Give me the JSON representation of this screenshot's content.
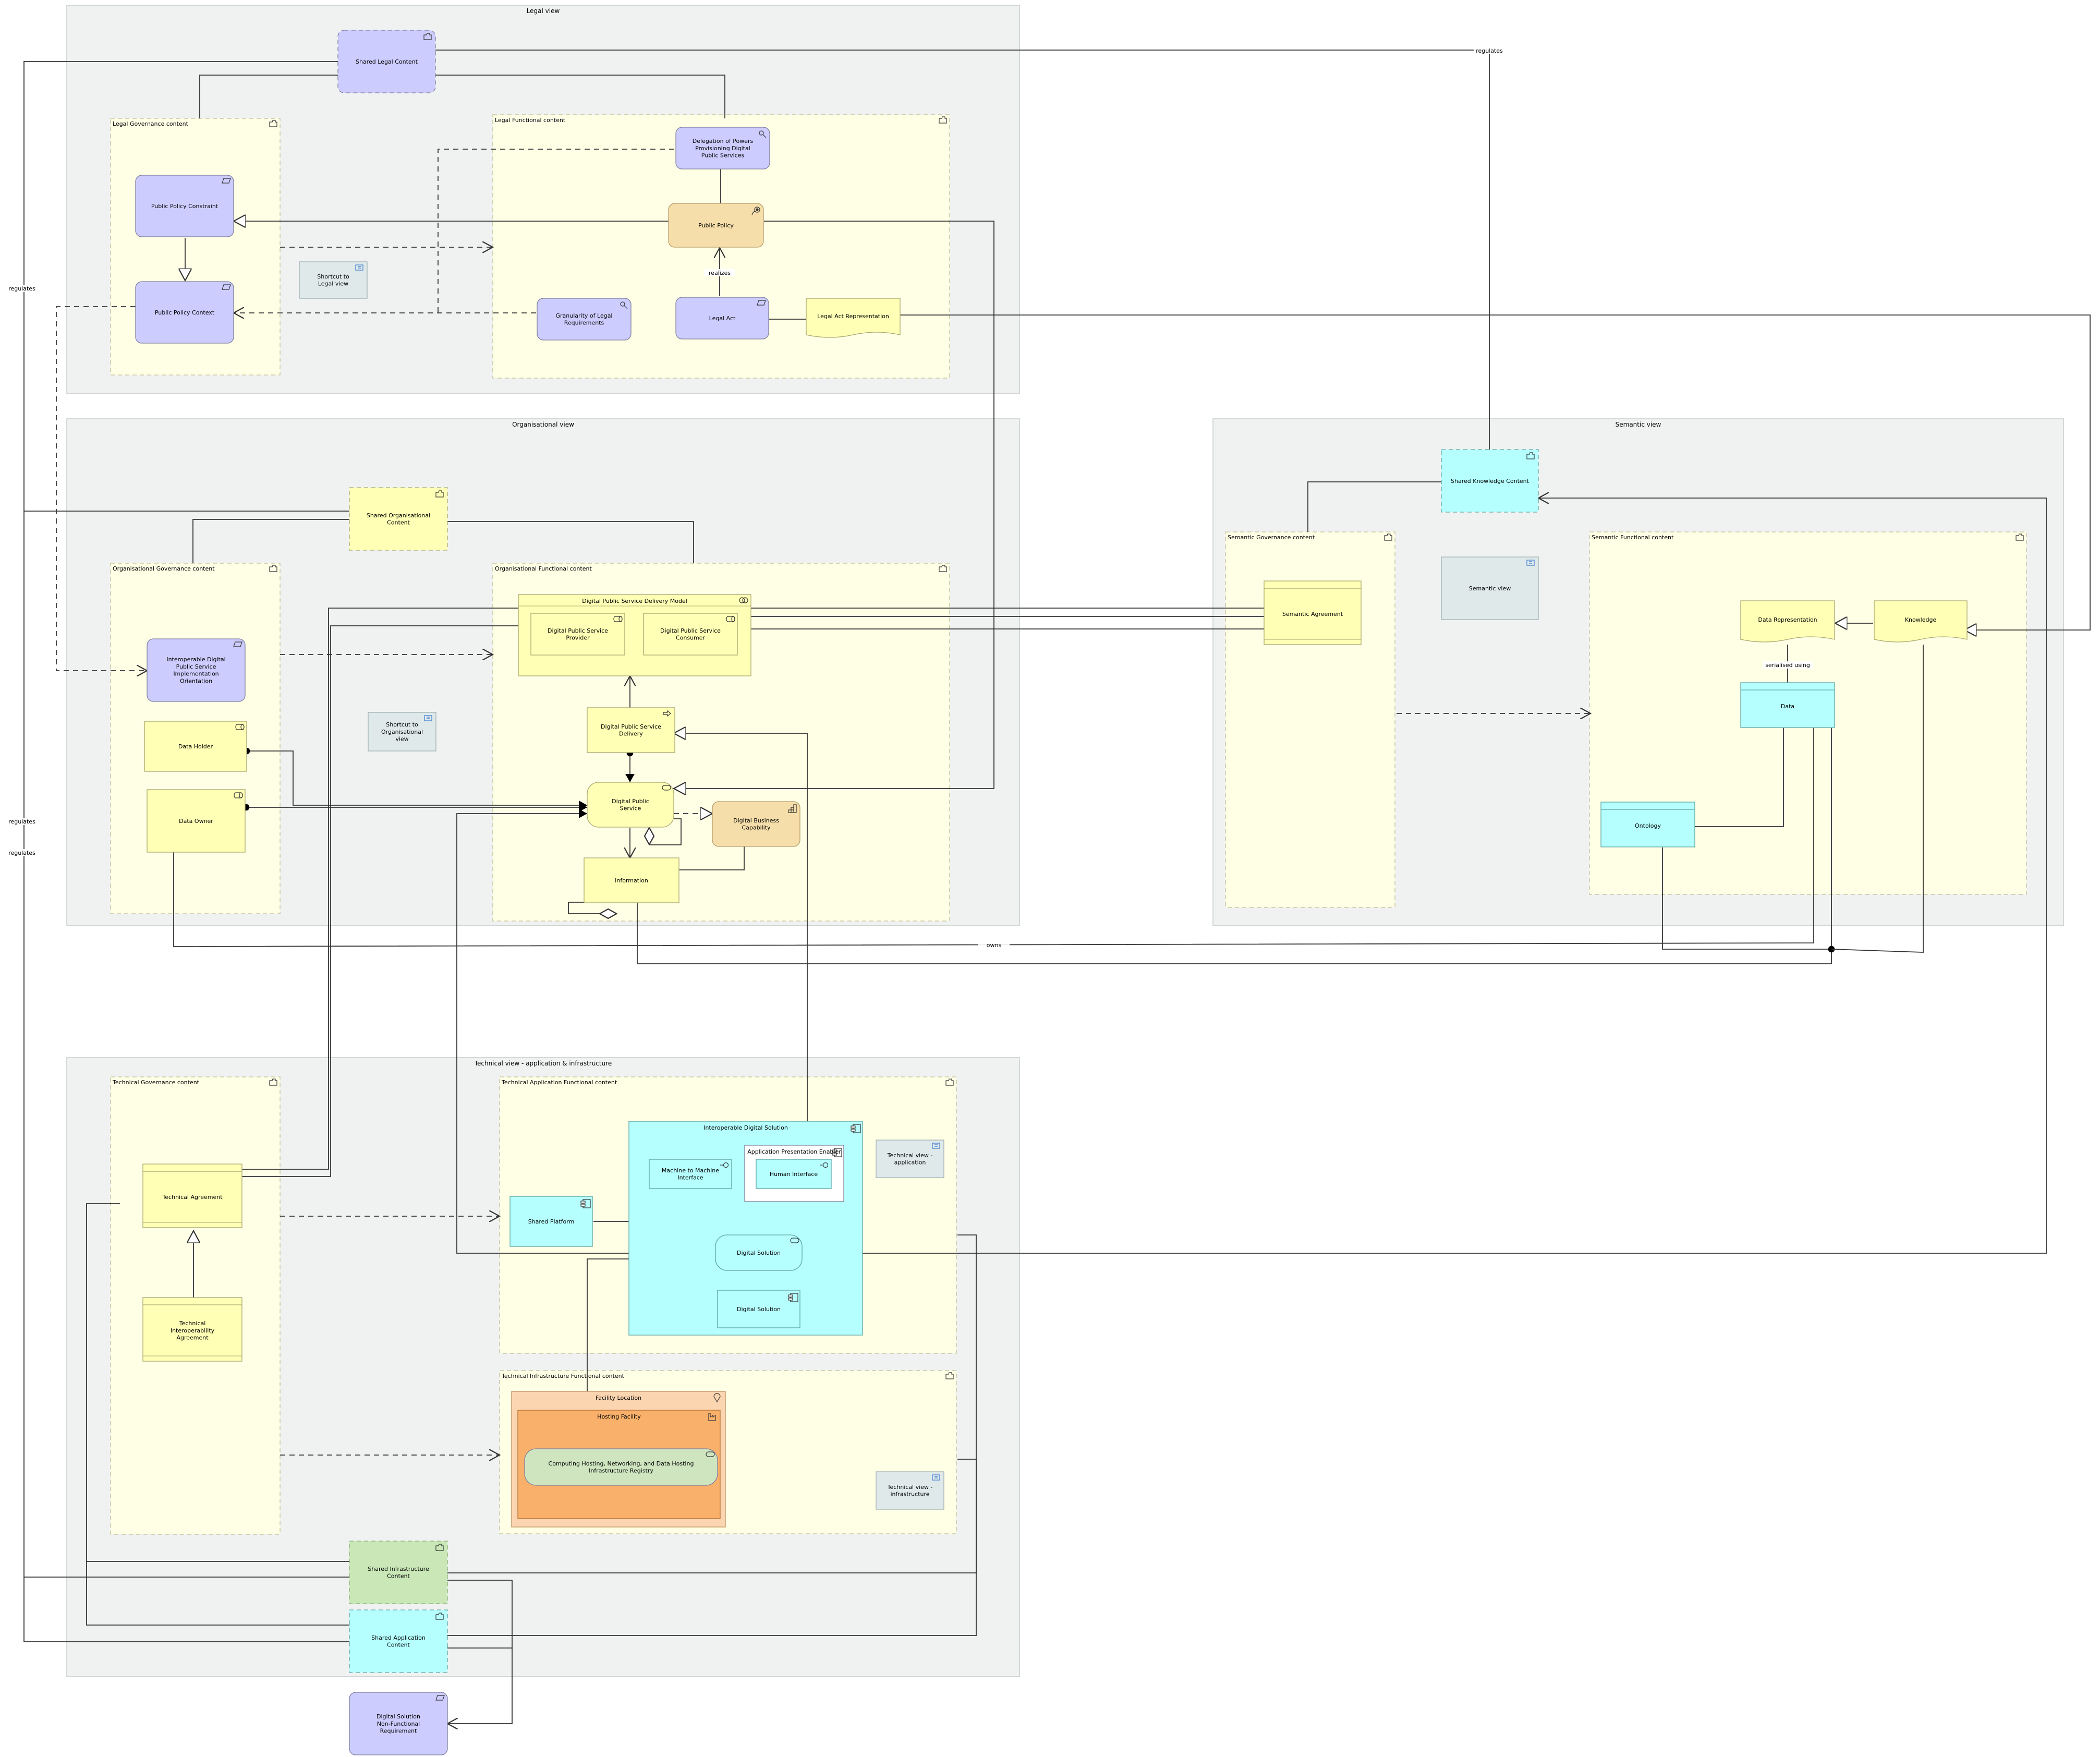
{
  "groups": [
    {
      "id": "legal_view",
      "title": "Legal view"
    },
    {
      "id": "org_view",
      "title": "Organisational view"
    },
    {
      "id": "sem_view",
      "title": "Semantic view"
    },
    {
      "id": "tech_view",
      "title": "Technical view - application & infrastructure"
    }
  ],
  "containers": [
    {
      "id": "legal_gov",
      "title": "Legal Governance content"
    },
    {
      "id": "legal_func",
      "title": "Legal Functional content"
    },
    {
      "id": "org_gov",
      "title": "Organisational Governance content"
    },
    {
      "id": "org_func",
      "title": "Organisational Functional content"
    },
    {
      "id": "sem_gov",
      "title": "Semantic Governance content"
    },
    {
      "id": "sem_func",
      "title": "Semantic Functional content"
    },
    {
      "id": "tech_gov",
      "title": "Technical Governance content"
    },
    {
      "id": "tech_app_func",
      "title": "Technical Application Functional content"
    },
    {
      "id": "tech_infra_func",
      "title": "Technical Infrastructure Functional content"
    }
  ],
  "nodes": [
    {
      "id": "shared_legal",
      "label": "Shared Legal Content",
      "style": "purple-dash",
      "icon": "folder-icon"
    },
    {
      "id": "ppc",
      "label": "Public Policy Constraint",
      "style": "purple",
      "icon": "requirement-icon"
    },
    {
      "id": "ppctx",
      "label": "Public Policy Context",
      "style": "purple",
      "icon": "requirement-icon"
    },
    {
      "id": "sc_legal",
      "label": "Shortcut to Legal view",
      "style": "grey",
      "icon": "view-icon"
    },
    {
      "id": "delegation",
      "label": "Delegation of Powers Provisioning Digital Public Services",
      "style": "purple",
      "icon": "principle-icon"
    },
    {
      "id": "public_policy",
      "label": "Public Policy",
      "style": "orange",
      "icon": "course-of-action-icon"
    },
    {
      "id": "granularity",
      "label": "Granularity of Legal Requirements",
      "style": "purple",
      "icon": "principle-icon"
    },
    {
      "id": "legal_act",
      "label": "Legal Act",
      "style": "purple",
      "icon": "requirement-icon"
    },
    {
      "id": "legal_act_rep",
      "label": "Legal Act Representation",
      "style": "wave",
      "icon": ""
    },
    {
      "id": "shared_org",
      "label": "Shared Organisational Content",
      "style": "yellow-dash",
      "icon": "folder-icon"
    },
    {
      "id": "idps",
      "label": "Interoperable Digital Public Service Implementation Orientation",
      "style": "purple",
      "icon": "requirement-icon"
    },
    {
      "id": "data_holder",
      "label": "Data Holder",
      "style": "yellow",
      "icon": "role-icon"
    },
    {
      "id": "data_owner",
      "label": "Data Owner",
      "style": "yellow",
      "icon": "role-icon"
    },
    {
      "id": "sc_org",
      "label": "Shortcut to Organisational view",
      "style": "grey",
      "icon": "view-icon"
    },
    {
      "id": "dpsdm",
      "label": "Digital Public Service Delivery Model",
      "style": "yellow",
      "icon": "collaboration-icon"
    },
    {
      "id": "dps_provider",
      "label": "Digital Public Service Provider",
      "style": "yellow",
      "icon": "role-icon"
    },
    {
      "id": "dps_consumer",
      "label": "Digital Public Service Consumer",
      "style": "yellow",
      "icon": "role-icon"
    },
    {
      "id": "dps_delivery",
      "label": "Digital Public Service Delivery",
      "style": "yellow",
      "icon": "process-icon"
    },
    {
      "id": "dps",
      "label": "Digital Public Service",
      "style": "yellow-round",
      "icon": "service-icon"
    },
    {
      "id": "dbc",
      "label": "Digital Business Capability",
      "style": "orange",
      "icon": "capability-icon"
    },
    {
      "id": "information",
      "label": "Information",
      "style": "yellow",
      "icon": ""
    },
    {
      "id": "shared_knowledge",
      "label": "Shared Knowledge Content",
      "style": "cyan-dash",
      "icon": "folder-icon"
    },
    {
      "id": "sem_view_ref",
      "label": "Semantic view",
      "style": "grey",
      "icon": "view-icon"
    },
    {
      "id": "sem_agreement",
      "label": "Semantic Agreement",
      "style": "yellow-obj",
      "icon": ""
    },
    {
      "id": "data_rep",
      "label": "Data Representation",
      "style": "wave",
      "icon": ""
    },
    {
      "id": "knowledge",
      "label": "Knowledge",
      "style": "wave",
      "icon": ""
    },
    {
      "id": "data",
      "label": "Data",
      "style": "cyan-obj",
      "icon": ""
    },
    {
      "id": "ontology",
      "label": "Ontology",
      "style": "cyan-obj",
      "icon": ""
    },
    {
      "id": "tech_agreement",
      "label": "Technical Agreement",
      "style": "yellow-obj",
      "icon": ""
    },
    {
      "id": "tech_interop",
      "label": "Technical Interoperability Agreement",
      "style": "yellow-obj",
      "icon": ""
    },
    {
      "id": "ids",
      "label": "Interoperable Digital Solution",
      "style": "cyan",
      "icon": "component-icon"
    },
    {
      "id": "m2m",
      "label": "Machine to Machine Interface",
      "style": "cyan",
      "icon": "interface-icon"
    },
    {
      "id": "ape",
      "label": "Application Presentation Enabler",
      "style": "white",
      "icon": "component-icon"
    },
    {
      "id": "human_if",
      "label": "Human Interface",
      "style": "cyan",
      "icon": "interface-icon"
    },
    {
      "id": "shared_platform",
      "label": "Shared Platform",
      "style": "cyan",
      "icon": "component-icon"
    },
    {
      "id": "ds_service",
      "label": "Digital Solution",
      "style": "cyan-round",
      "icon": "service-icon"
    },
    {
      "id": "ds_component",
      "label": "Digital Solution",
      "style": "cyan",
      "icon": "component-icon"
    },
    {
      "id": "tv_app",
      "label": "Technical view - application",
      "style": "grey",
      "icon": "view-icon"
    },
    {
      "id": "facility_location",
      "label": "Facility Location",
      "style": "peach",
      "icon": "location-icon"
    },
    {
      "id": "hosting_facility",
      "label": "Hosting Facility",
      "style": "dark-orange",
      "icon": "facility-icon"
    },
    {
      "id": "computing",
      "label": "Computing Hosting, Networking, and Data Hosting Infrastructure Registry",
      "style": "green-round",
      "icon": "service-icon"
    },
    {
      "id": "tv_infra",
      "label": "Technical view - infrastructure",
      "style": "grey",
      "icon": "view-icon"
    },
    {
      "id": "shared_infra",
      "label": "Shared Infrastructure Content",
      "style": "green-dash",
      "icon": "folder-icon"
    },
    {
      "id": "shared_app",
      "label": "Shared Application Content",
      "style": "cyan-dash",
      "icon": "folder-icon"
    },
    {
      "id": "dsnfr",
      "label": "Digital Solution Non-Functional Requirement",
      "style": "purple",
      "icon": "requirement-icon"
    }
  ],
  "edge_labels": [
    {
      "id": "lbl_regulates_top",
      "text": "regulates"
    },
    {
      "id": "lbl_regulates_left1",
      "text": "regulates"
    },
    {
      "id": "lbl_regulates_left2",
      "text": "regulates"
    },
    {
      "id": "lbl_regulates_left3",
      "text": "regulates"
    },
    {
      "id": "lbl_realizes",
      "text": "realizes"
    },
    {
      "id": "lbl_serialised",
      "text": "serialised using"
    },
    {
      "id": "lbl_owns",
      "text": "owns"
    }
  ],
  "colors": {
    "group_bg": "#f0f2f2",
    "content_bg": "#ffffe6",
    "purple": "#ccccff",
    "yellow": "#ffffb5",
    "orange": "#f5deaa",
    "cyan": "#b5ffff",
    "grey": "#dfe9ea",
    "green": "#c9e7b7",
    "peach": "#fbd4b0",
    "dark_orange": "#f9b06b",
    "green_service": "#cfe5c0"
  }
}
